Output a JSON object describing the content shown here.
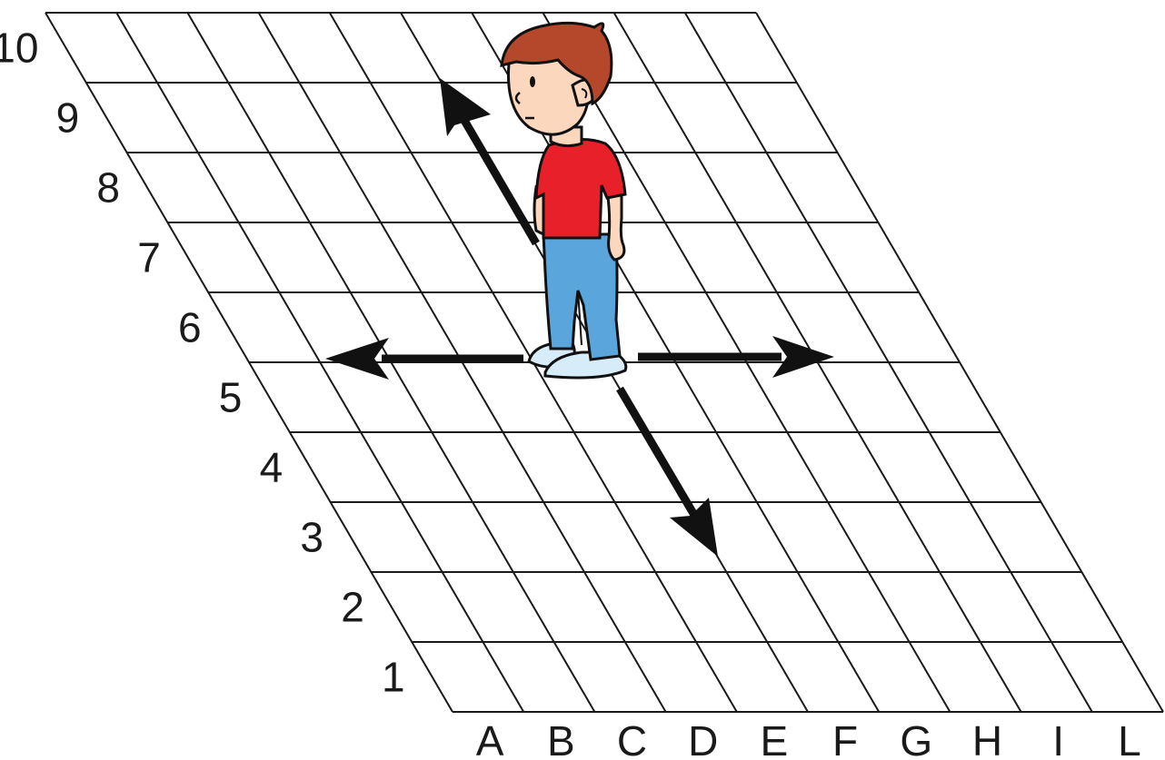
{
  "grid": {
    "columns": [
      "A",
      "B",
      "C",
      "D",
      "E",
      "F",
      "G",
      "H",
      "I",
      "L"
    ],
    "rows": [
      "1",
      "2",
      "3",
      "4",
      "5",
      "6",
      "7",
      "8",
      "9",
      "10"
    ]
  },
  "arrows": [
    "forward",
    "backward",
    "left",
    "right"
  ],
  "figure": {
    "subject": "boy",
    "shirt_color": "#e8202a",
    "pants_color": "#5aa6dc",
    "hair_color": "#b5472a",
    "skin_color": "#fbd7bd",
    "shoe_color": "#d6ecf8"
  },
  "colors": {
    "line": "#1a1a1a",
    "arrow": "#111111"
  }
}
